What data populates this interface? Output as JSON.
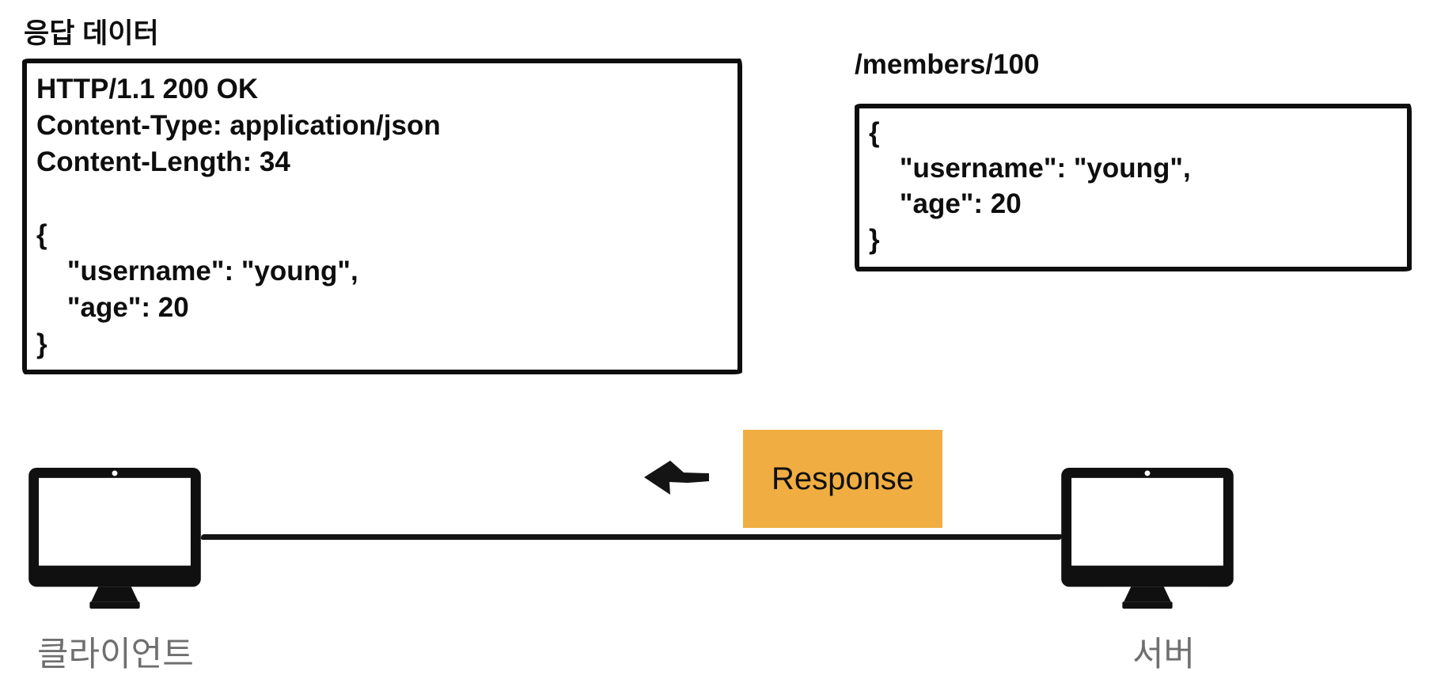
{
  "colors": {
    "ink": "#0e0e0e",
    "accent_orange": "#F0AE42",
    "label_gray": "#6f6f6f",
    "screen_white": "#ffffff"
  },
  "response_panel": {
    "title": "응답 데이터",
    "body": "HTTP/1.1 200 OK\nContent-Type: application/json\nContent-Length: 34\n\n{\n    \"username\": \"young\",\n    \"age\": 20\n}"
  },
  "resource_panel": {
    "title": "/members/100",
    "body": "{\n    \"username\": \"young\",\n    \"age\": 20\n}"
  },
  "transfer": {
    "label": "Response",
    "direction": "left"
  },
  "client": {
    "label": "클라이언트"
  },
  "server": {
    "label": "서버"
  },
  "icons": {
    "client": "monitor-icon",
    "server": "monitor-icon",
    "arrow": "left-arrow-icon"
  }
}
